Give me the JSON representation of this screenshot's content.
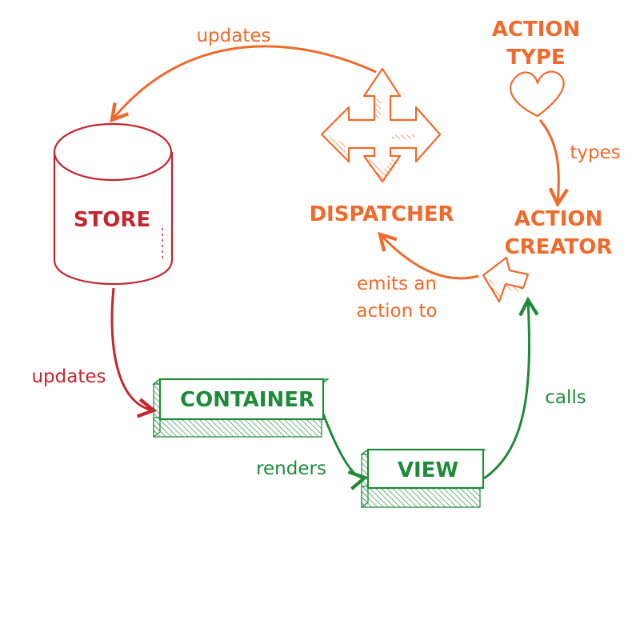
{
  "colors": {
    "flux_orange": "#ef6a2b",
    "store_red": "#c4262e",
    "view_green": "#1f8a3a"
  },
  "nodes": {
    "action_type": [
      "ACTION",
      "TYPE"
    ],
    "action_creator": [
      "ACTION",
      "CREATOR"
    ],
    "dispatcher": "DISPATCHER",
    "store": "STORE",
    "container": "CONTAINER",
    "view": "VIEW"
  },
  "edges": {
    "dispatcher_to_store": "updates",
    "type_to_creator": "types",
    "creator_to_dispatcher": [
      "emits an",
      "action to"
    ],
    "store_to_container": "updates",
    "container_to_view": "renders",
    "view_to_creator": "calls"
  },
  "icons": {
    "action_type": "heart-icon",
    "dispatcher": "four-way-arrow-icon",
    "action_creator": "pointer-arrow-icon"
  }
}
